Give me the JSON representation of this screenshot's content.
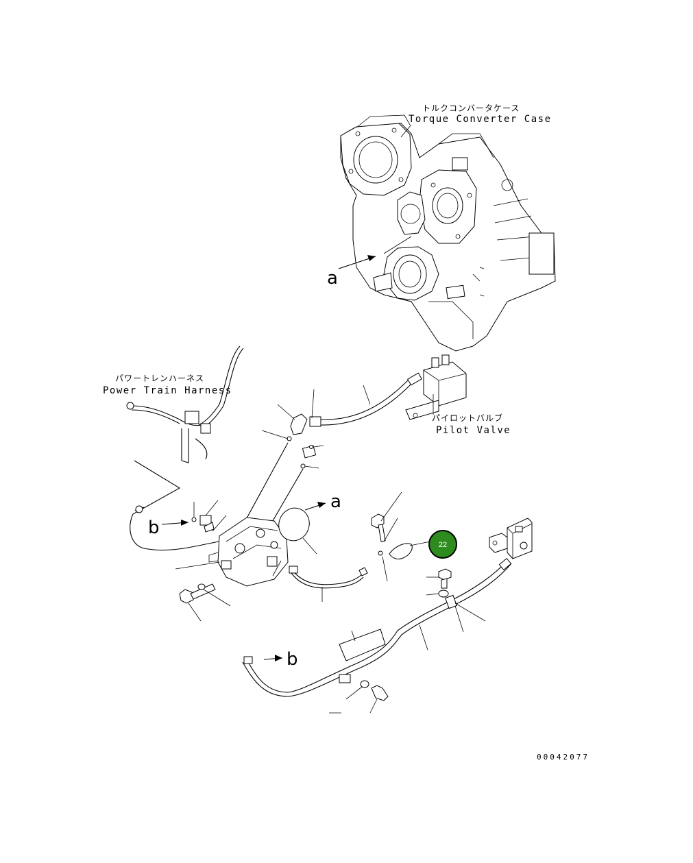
{
  "labels": {
    "torque_converter_jp": "トルクコンバータケース",
    "torque_converter_en": "Torque Converter Case",
    "harness_jp": "パワートレンハーネス",
    "harness_en": "Power Train Harness",
    "pilot_jp": "パイロットバルブ",
    "pilot_en": "Pilot Valve",
    "ref_a": "a",
    "ref_b": "b"
  },
  "callouts": [
    {
      "number": "22",
      "color": "#2e8b1e"
    }
  ],
  "document_number": "00042077"
}
